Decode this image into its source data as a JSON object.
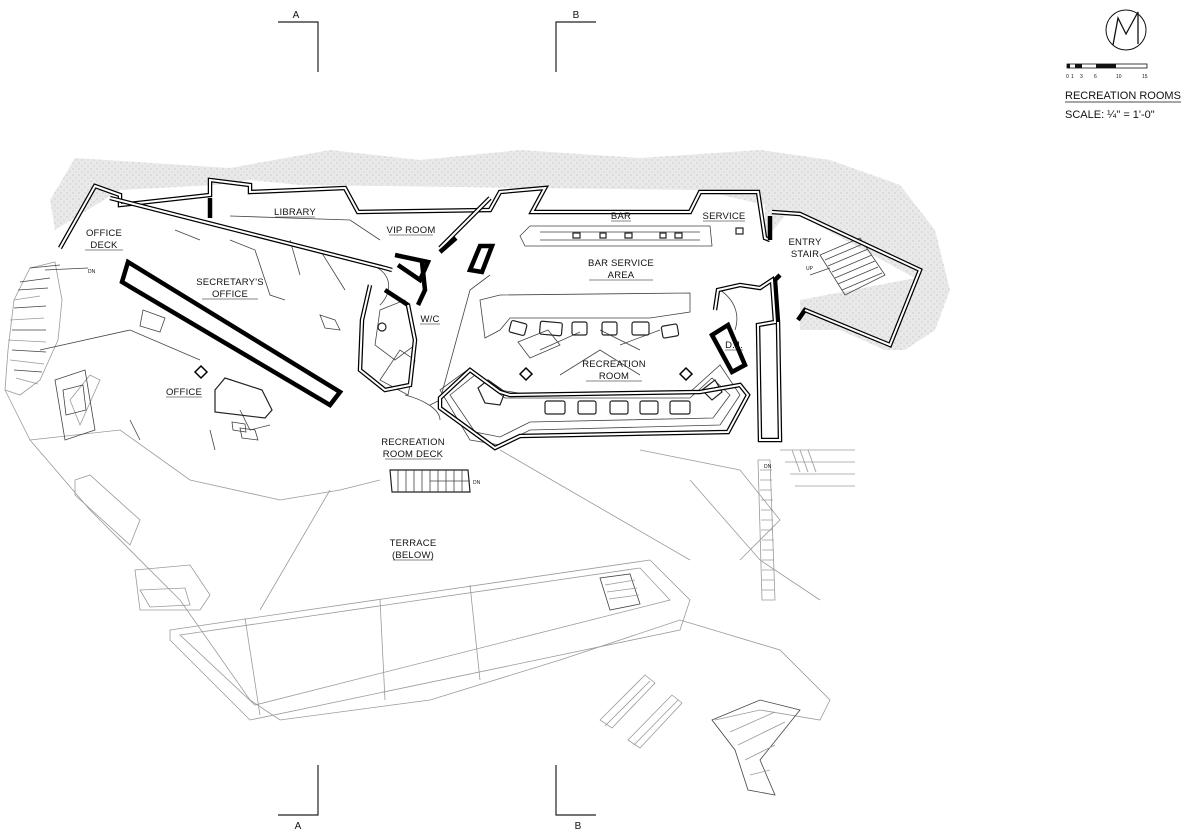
{
  "title": "RECREATION ROOMS",
  "scale": "SCALE: ¼\" = 1'-0\"",
  "scale_bar_ticks": [
    "0",
    "1",
    "3",
    "6",
    "10",
    "15"
  ],
  "section_markers": [
    "A",
    "B",
    "A",
    "B"
  ],
  "rooms": [
    "LIBRARY",
    "VIP ROOM",
    "BAR",
    "SERVICE",
    "ENTRY",
    "STAIR",
    "OFFICE",
    "DECK",
    "SECRETARY'S",
    "OFFICE",
    "BAR SERVICE",
    "AREA",
    "W/C",
    "RECREATION",
    "ROOM",
    "D.J.",
    "OFFICE",
    "RECREATION",
    "ROOM DECK",
    "TERRACE",
    "(BELOW)"
  ],
  "stair_labels": [
    "DN",
    "UP",
    "DN",
    "DN"
  ]
}
